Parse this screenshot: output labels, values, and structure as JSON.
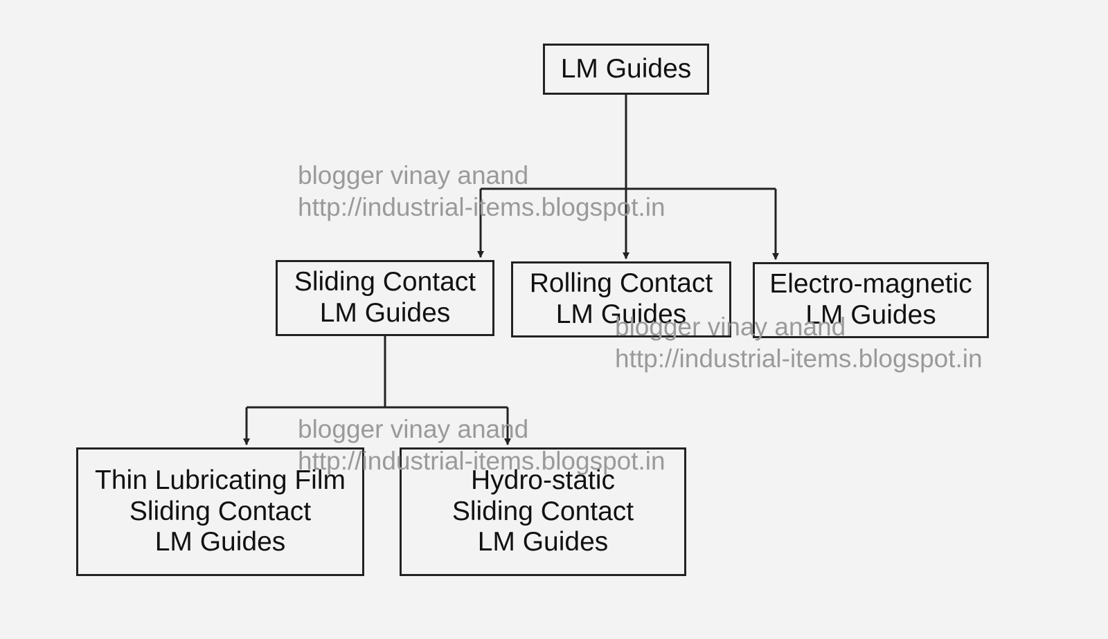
{
  "diagram": {
    "nodes": [
      {
        "id": "root",
        "lines": [
          "LM Guides"
        ]
      },
      {
        "id": "sliding",
        "lines": [
          "Sliding Contact",
          "LM Guides"
        ]
      },
      {
        "id": "rolling",
        "lines": [
          "Rolling Contact",
          "LM Guides"
        ]
      },
      {
        "id": "electro",
        "lines": [
          "Electro-magnetic",
          "LM Guides"
        ]
      },
      {
        "id": "thin-film",
        "lines": [
          "Thin Lubricating Film",
          "Sliding Contact",
          "LM Guides"
        ]
      },
      {
        "id": "hydrostatic",
        "lines": [
          "Hydro-static",
          "Sliding Contact",
          "LM Guides"
        ]
      }
    ],
    "edges": [
      {
        "from": "root",
        "to": "sliding"
      },
      {
        "from": "root",
        "to": "rolling"
      },
      {
        "from": "root",
        "to": "electro"
      },
      {
        "from": "sliding",
        "to": "thin-film"
      },
      {
        "from": "sliding",
        "to": "hydrostatic"
      }
    ]
  },
  "watermark": {
    "line1": "blogger vinay anand",
    "line2": "http://industrial-items.blogspot.in"
  },
  "colors": {
    "background": "#f3f3f3",
    "stroke": "#222222",
    "text": "#111111",
    "watermark": "#9a9a9a"
  }
}
